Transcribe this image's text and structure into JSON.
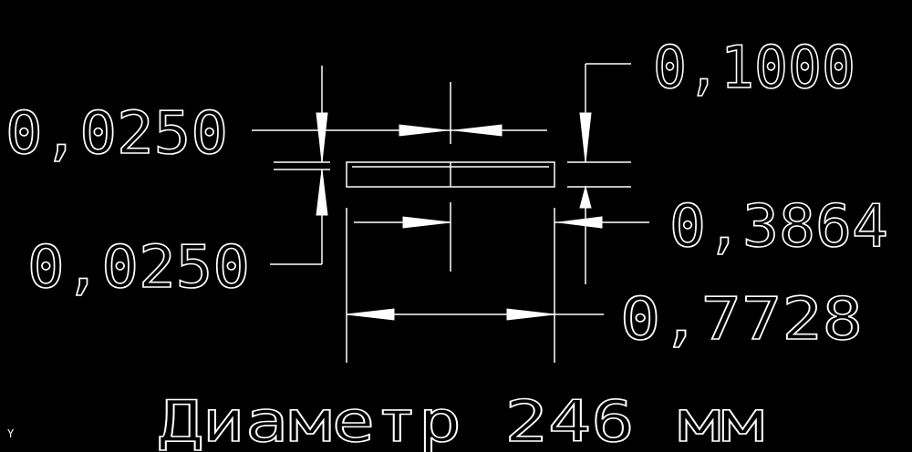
{
  "drawing": {
    "dimensions": {
      "top_left": "0,0250",
      "bottom_left": "0,0250",
      "top_right": "0,1000",
      "middle_right": "0,3864",
      "bottom_right": "0,7728"
    },
    "caption": "Диаметр 246 мм",
    "axis_label": "Y"
  },
  "colors": {
    "background": "#000000",
    "lines": "#ffffff"
  }
}
